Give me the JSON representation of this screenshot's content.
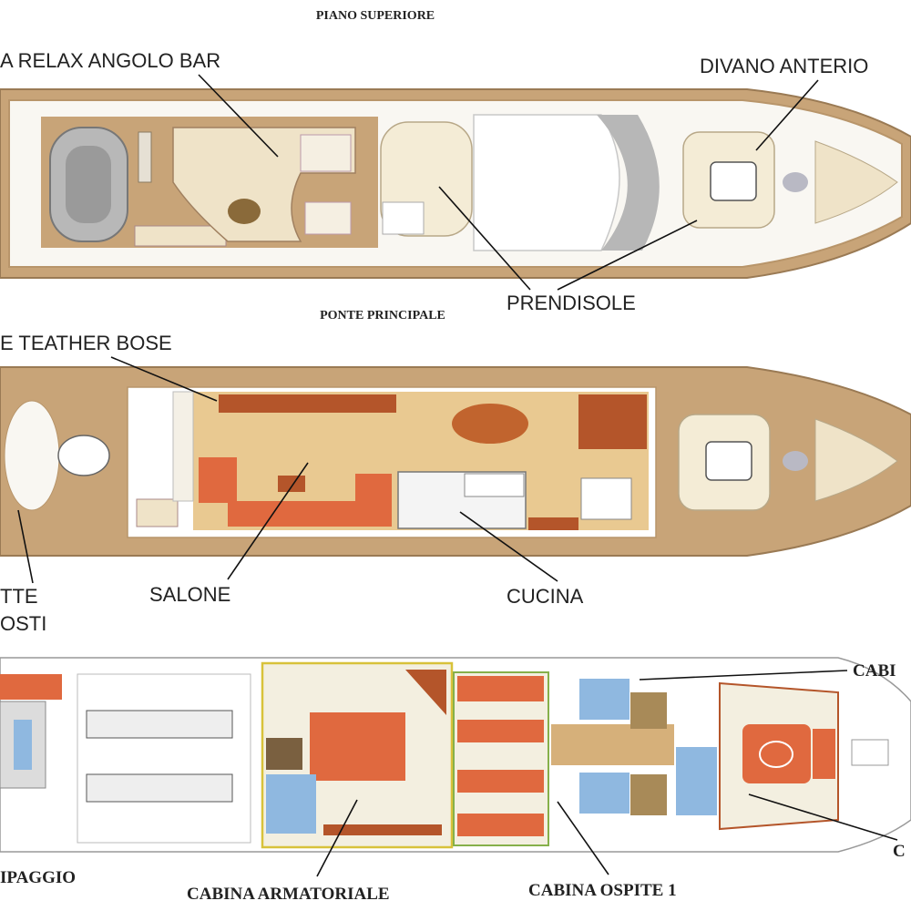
{
  "headings": {
    "upper_deck": "PIANO SUPERIORE",
    "main_deck": "PONTE PRINCIPALE"
  },
  "upper_labels": {
    "relax_bar": "A RELAX ANGOLO BAR",
    "front_sofa": "DIVANO ANTERIO",
    "sunbed": "PRENDISOLE"
  },
  "main_labels": {
    "speakers": "E TEATHER BOSE",
    "lounge": "SALONE",
    "kitchen": "CUCINA",
    "left_line1": "TTE",
    "left_line2": "OSTI"
  },
  "lower_labels": {
    "crew": "IPAGGIO",
    "owner_cabin": "CABINA ARMATORIALE",
    "guest_cabin_1": "CABINA OSPITE 1",
    "cabin_right": "CABI",
    "c_right": "C"
  },
  "colors": {
    "deck_wood": "#c8a478",
    "deck_light": "#efe3c8",
    "hull_white": "#f9f7f2",
    "salon_floor": "#e9c991",
    "furniture_orange": "#e0693f",
    "furniture_brown": "#b4552a",
    "bath_blue": "#8fb8e0",
    "cabin_outline_yellow": "#d8c23a",
    "cabin_outline_green": "#86b04a"
  }
}
